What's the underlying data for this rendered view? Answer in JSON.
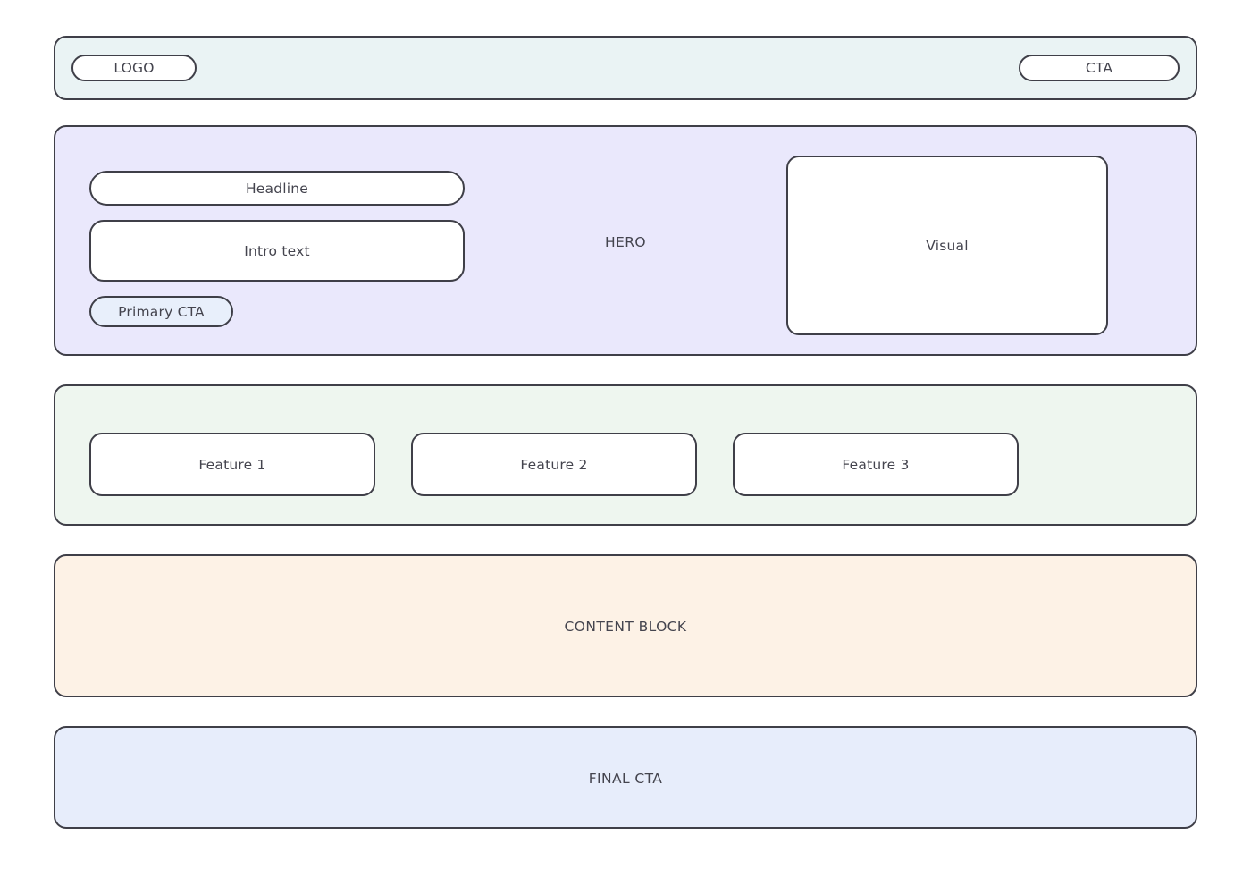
{
  "page": {
    "background_color": "#ffffff",
    "outline_color": "#3f3f48",
    "text_color": "#44444e"
  },
  "header": {
    "section_name": "header",
    "background_color": "#eaf3f4",
    "logo_label": "LOGO",
    "cta_label": "CTA"
  },
  "hero": {
    "section_name": "hero",
    "background_color": "#eae8fc",
    "section_label": "HERO",
    "headline_label": "Headline",
    "intro_label": "Intro text",
    "primary_cta_label": "Primary CTA",
    "primary_cta_background": "#e8effb",
    "visual_label": "Visual",
    "visual_background": "#ffffff"
  },
  "features": {
    "section_name": "features",
    "background_color": "#eef6ef",
    "cards": [
      {
        "label": "Feature 1"
      },
      {
        "label": "Feature 2"
      },
      {
        "label": "Feature 3"
      }
    ]
  },
  "content": {
    "section_name": "content-block",
    "background_color": "#fdf2e6",
    "label": "CONTENT BLOCK"
  },
  "final_cta": {
    "section_name": "final-cta",
    "background_color": "#e7edfb",
    "label": "FINAL CTA"
  }
}
